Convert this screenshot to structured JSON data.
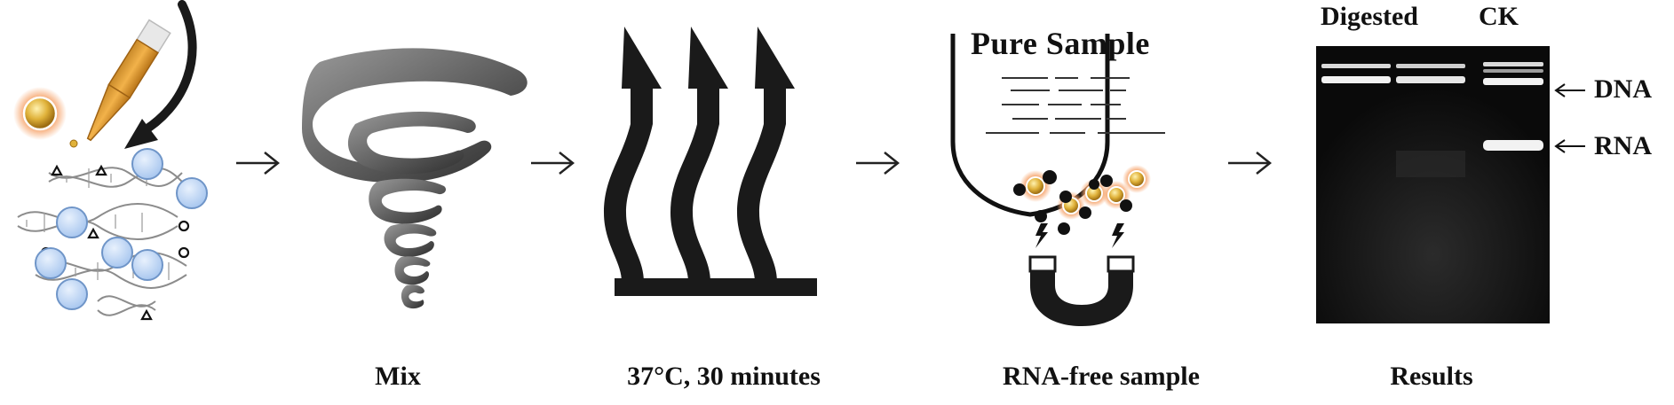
{
  "steps": {
    "mix": "Mix",
    "incubate": "37°C, 30 minutes",
    "rna_free": "RNA-free sample",
    "results": "Results"
  },
  "tube": {
    "title": "Pure Sample"
  },
  "gel": {
    "lanes": [
      "Digested",
      "CK"
    ],
    "bands": [
      "DNA",
      "RNA"
    ]
  },
  "colors": {
    "bead": "#bcd6f5",
    "bead_stroke": "#6f95c8",
    "gold": "#e0b23a",
    "glow": "#f6a36a",
    "arrow": "#222222",
    "gel_bg": "#0a0a0a"
  }
}
